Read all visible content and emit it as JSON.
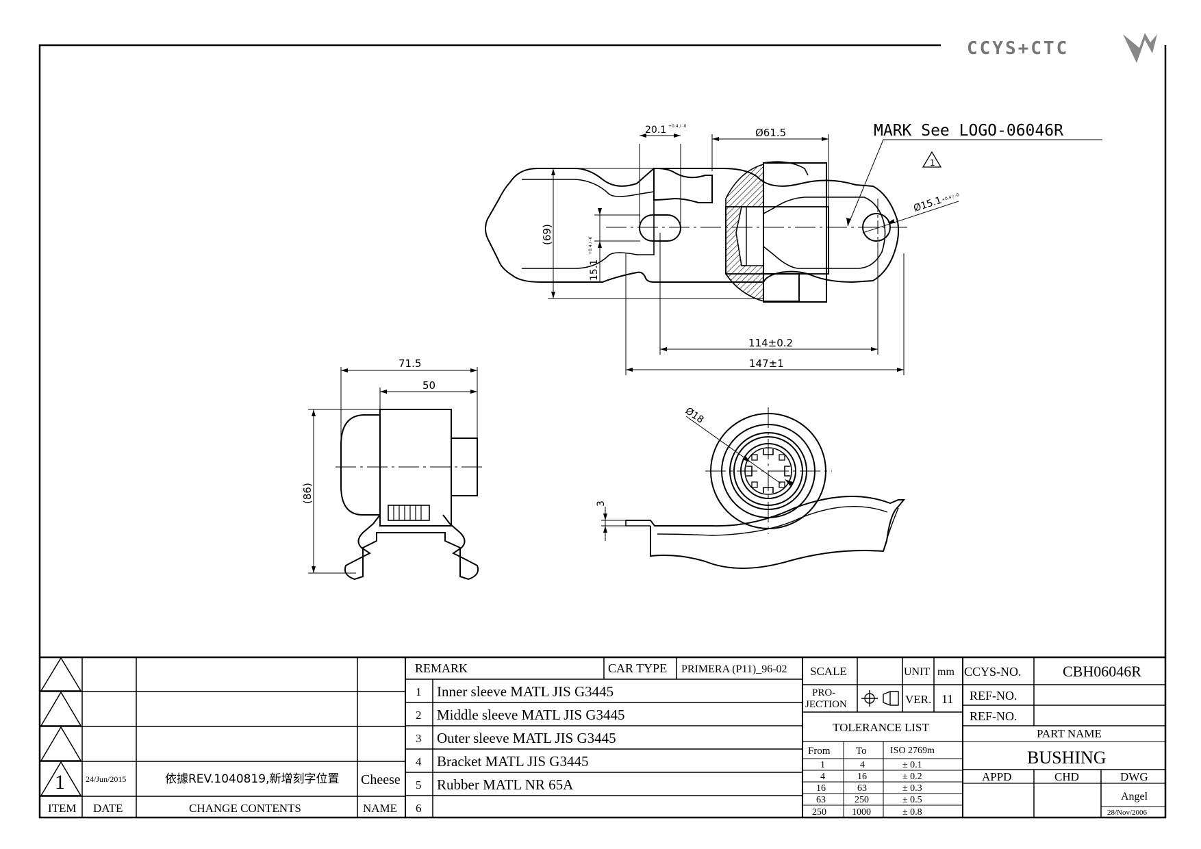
{
  "logo": {
    "text": "CCYS+CTC"
  },
  "drawing": {
    "mark_note": "MARK See LOGO-06046R",
    "rev_flag": "1",
    "dims": {
      "d_20_1": "20.1",
      "d_20_1_tol": "+0.4 / -0",
      "d_61_5": "Ø61.5",
      "d_69": "(69)",
      "d_15_1_v": "15.1",
      "d_15_1_v_tol": "+0.4 / -0",
      "d_15_1_hole": "Ø15.1",
      "d_15_1_hole_tol": "+0.4 / -0",
      "d_114": "114±0.2",
      "d_147": "147±1",
      "d_71_5": "71.5",
      "d_50": "50",
      "d_86": "(86)",
      "d_18": "Ø18",
      "d_3": "3"
    }
  },
  "revisions": {
    "rows": [
      {
        "item": "",
        "date": "",
        "content": "",
        "name": ""
      },
      {
        "item": "",
        "date": "",
        "content": "",
        "name": ""
      },
      {
        "item": "",
        "date": "",
        "content": "",
        "name": ""
      },
      {
        "item": "1",
        "date": "24/Jun/2015",
        "content": "依據REV.1040819,新增刻字位置",
        "name": "Cheese"
      }
    ],
    "headers": {
      "item": "ITEM",
      "date": "DATE",
      "content": "CHANGE CONTENTS",
      "name": "NAME"
    }
  },
  "remarks": {
    "header": "REMARK",
    "car_type_label": "CAR TYPE",
    "car_type_value": "PRIMERA (P11)_96-02",
    "items": [
      {
        "no": "1",
        "text": "Inner sleeve MATL JIS G3445"
      },
      {
        "no": "2",
        "text": "Middle sleeve MATL JIS G3445"
      },
      {
        "no": "3",
        "text": "Outer sleeve MATL JIS G3445"
      },
      {
        "no": "4",
        "text": "Bracket MATL JIS G3445"
      },
      {
        "no": "5",
        "text": "Rubber MATL NR 65A"
      },
      {
        "no": "6",
        "text": ""
      }
    ]
  },
  "spec": {
    "scale_label": "SCALE",
    "scale_value": "",
    "unit_label": "UNIT",
    "unit_value": "mm",
    "projection_label_1": "PRO-",
    "projection_label_2": "JECTION",
    "ver_label": "VER.",
    "ver_value": "11",
    "tolerance_title": "TOLERANCE LIST",
    "tol_headers": {
      "from": "From",
      "to": "To",
      "iso": "ISO 2769m"
    },
    "tolerances": [
      {
        "from": "1",
        "to": "4",
        "tol": "± 0.1"
      },
      {
        "from": "4",
        "to": "16",
        "tol": "± 0.2"
      },
      {
        "from": "16",
        "to": "63",
        "tol": "± 0.3"
      },
      {
        "from": "63",
        "to": "250",
        "tol": "± 0.5"
      },
      {
        "from": "250",
        "to": "1000",
        "tol": "± 0.8"
      }
    ]
  },
  "title_block": {
    "ccys_no_label": "CCYS-NO.",
    "ccys_no_value": "CBH06046R",
    "ref_no_label_1": "REF-NO.",
    "ref_no_value_1": "",
    "ref_no_label_2": "REF-NO.",
    "ref_no_value_2": "",
    "part_name_label": "PART NAME",
    "part_name_value": "BUSHING",
    "appd_label": "APPD",
    "chd_label": "CHD",
    "dwg_label": "DWG",
    "appd_value": "",
    "chd_value": "",
    "dwg_value": "Angel",
    "dwg_date": "28/Nov/2006"
  }
}
